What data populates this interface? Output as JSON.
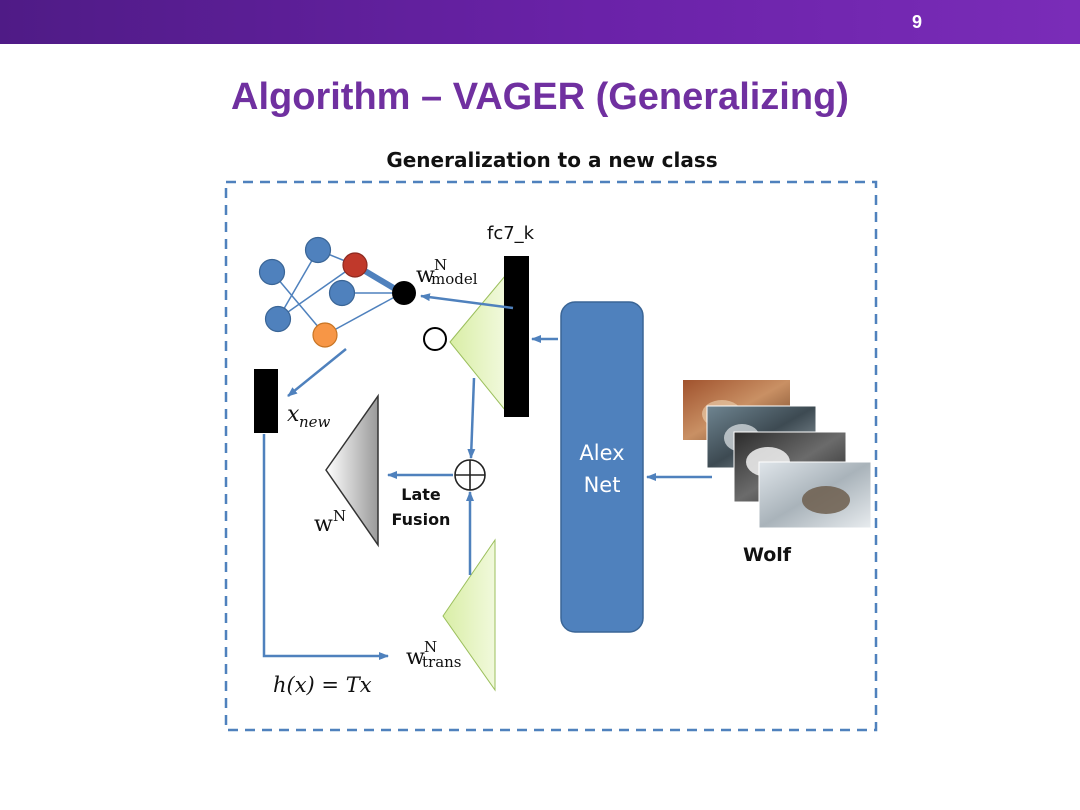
{
  "header": {
    "page_number": "9"
  },
  "slide": {
    "title": "Algorithm – VAGER (Generalizing)",
    "subtitle": "Generalization to a new class"
  },
  "diagram": {
    "fc7_label": "fc7_k",
    "w_model": {
      "base": "w",
      "sup": "N",
      "sub": "model"
    },
    "x_new": {
      "base": "x",
      "sub": "new"
    },
    "w_final": {
      "base": "w",
      "sup": "N"
    },
    "late_fusion": [
      "Late",
      "Fusion"
    ],
    "plus_symbol": "⊕",
    "w_trans": {
      "base": "w",
      "sup": "N",
      "sub": "trans"
    },
    "mapping": "h(x) = Tx",
    "alexnet": [
      "Alex",
      "Net"
    ],
    "image_label": "Wolf"
  },
  "colors": {
    "header": "#5b1f95",
    "title": "#7030a0",
    "node_blue": "#4f81bd",
    "node_red": "#c0392b",
    "node_orange": "#f79646",
    "alexnet": "#4f81bd",
    "triangle_green": "#e6f3c2",
    "arrow": "#4f81bd"
  }
}
